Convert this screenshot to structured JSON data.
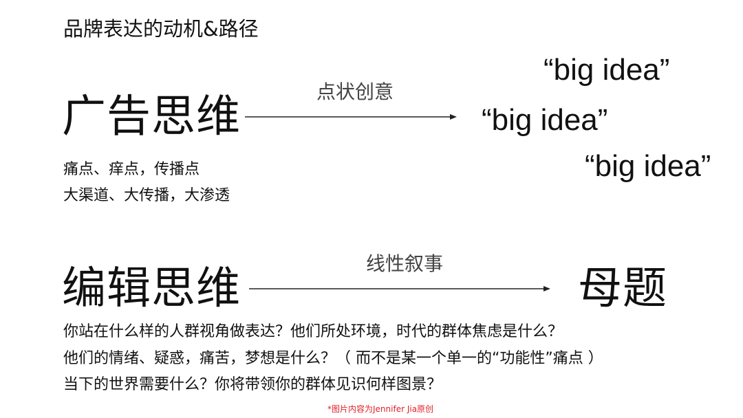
{
  "slide": {
    "title": "品牌表达的动机&路径",
    "ad_thinking": {
      "heading": "广告思维",
      "arrow_label": "点状创意",
      "ideas": [
        "“big idea”",
        "“big idea”",
        "“big idea”"
      ],
      "lines": [
        "痛点、痒点，传播点",
        "大渠道、大传播，大渗透"
      ]
    },
    "editorial_thinking": {
      "heading": "编辑思维",
      "arrow_label": "线性叙事",
      "target": "母题",
      "questions": [
        "你站在什么样的人群视角做表达？他们所处环境，时代的群体焦虑是什么？",
        "他们的情绪、疑惑，痛苦，梦想是什么？（ 而不是某一个单一的“功能性”痛点 ）",
        "当下的世界需要什么？你将带领你的群体见识何样图景？"
      ]
    },
    "credit": "*图片内容为Jennifer Jia原创"
  }
}
